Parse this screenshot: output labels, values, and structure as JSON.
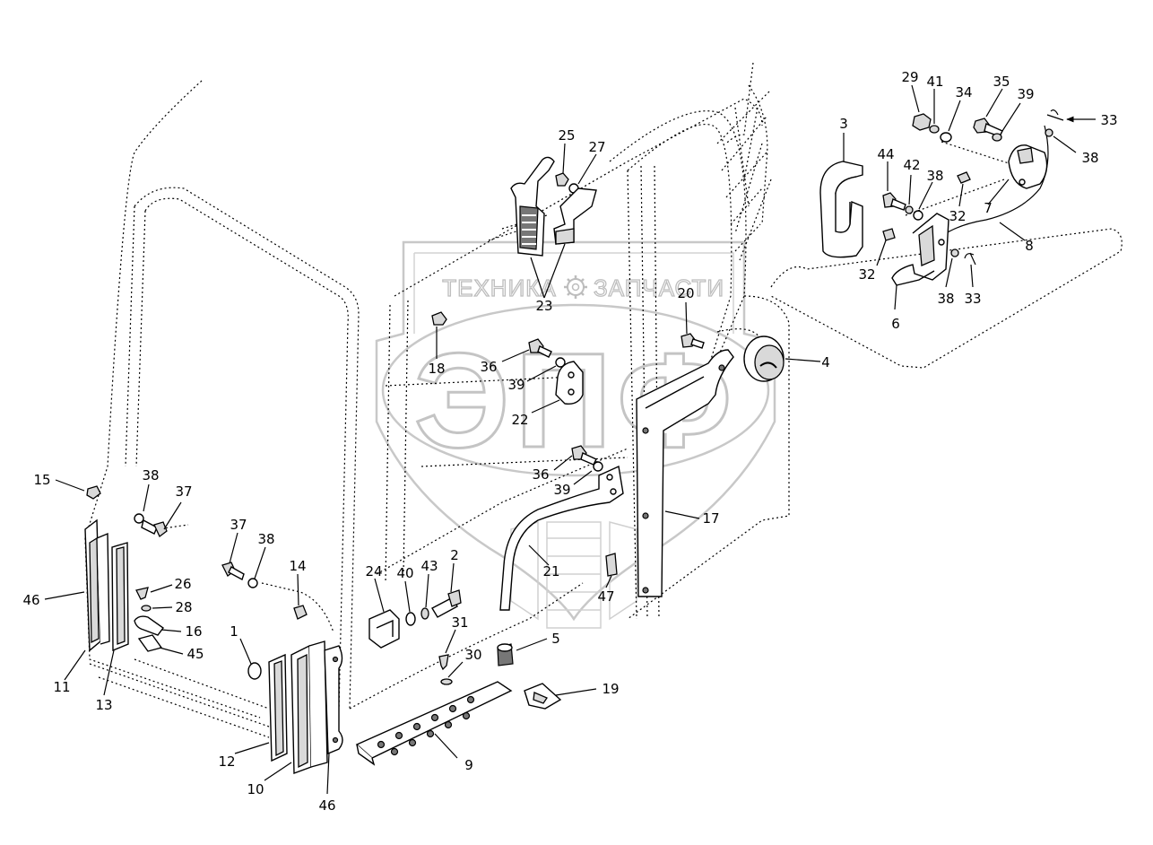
{
  "watermark": {
    "tagline_left": "ТЕХНИКА",
    "tagline_right": "ЗАПЧАСТИ",
    "logo": "ЭПФ",
    "gear_icon": "gear-icon"
  },
  "colors": {
    "line": "#000000",
    "watermark_outline": "#bdbdbd",
    "part_fill": "#d9d9d9"
  },
  "callouts": [
    "29",
    "41",
    "34",
    "35",
    "39",
    "33",
    "3",
    "38",
    "44",
    "42",
    "38",
    "7",
    "8",
    "32",
    "32",
    "6",
    "38",
    "33",
    "25",
    "27",
    "23",
    "20",
    "4",
    "18",
    "36",
    "39",
    "22",
    "36",
    "39",
    "17",
    "21",
    "47",
    "15",
    "38",
    "37",
    "46",
    "26",
    "28",
    "16",
    "45",
    "11",
    "13",
    "37",
    "38",
    "14",
    "24",
    "40",
    "43",
    "2",
    "31",
    "30",
    "5",
    "19",
    "1",
    "12",
    "10",
    "46",
    "9"
  ]
}
